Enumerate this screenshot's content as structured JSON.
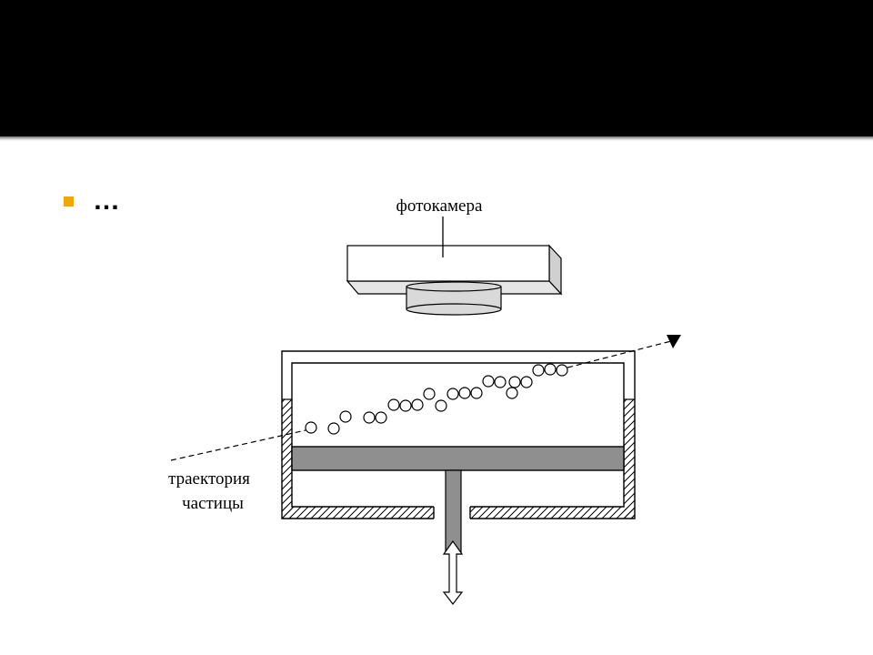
{
  "slide": {
    "bullet_text": "…"
  },
  "diagram": {
    "camera_label": "фотокамера",
    "trajectory_label_line1": "траектория",
    "trajectory_label_line2": "частицы",
    "colors": {
      "title_bar": "#000000",
      "bullet": "#f3a500",
      "piston": "#8f8f8f",
      "lens": "#d9d9d9",
      "camera_side": "#e6e6e6"
    }
  }
}
